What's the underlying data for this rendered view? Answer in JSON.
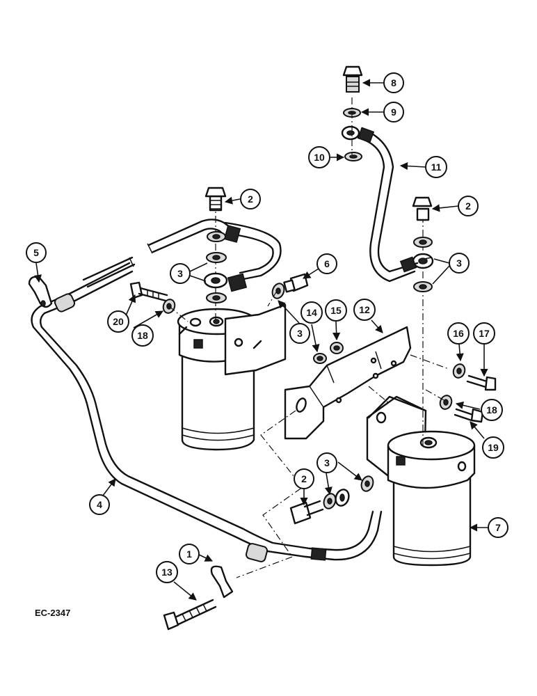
{
  "drawing": {
    "reference": "EC-2347"
  },
  "callouts": {
    "c1": "1",
    "c2a": "2",
    "c2b": "2",
    "c2c": "2",
    "c3a": "3",
    "c3b": "3",
    "c3c": "3",
    "c3d": "3",
    "c4": "4",
    "c5": "5",
    "c6": "6",
    "c7": "7",
    "c8": "8",
    "c9": "9",
    "c10": "10",
    "c11": "11",
    "c12": "12",
    "c13": "13",
    "c14": "14",
    "c15": "15",
    "c16": "16",
    "c17": "17",
    "c18a": "18",
    "c18b": "18",
    "c19": "19",
    "c20": "20"
  }
}
